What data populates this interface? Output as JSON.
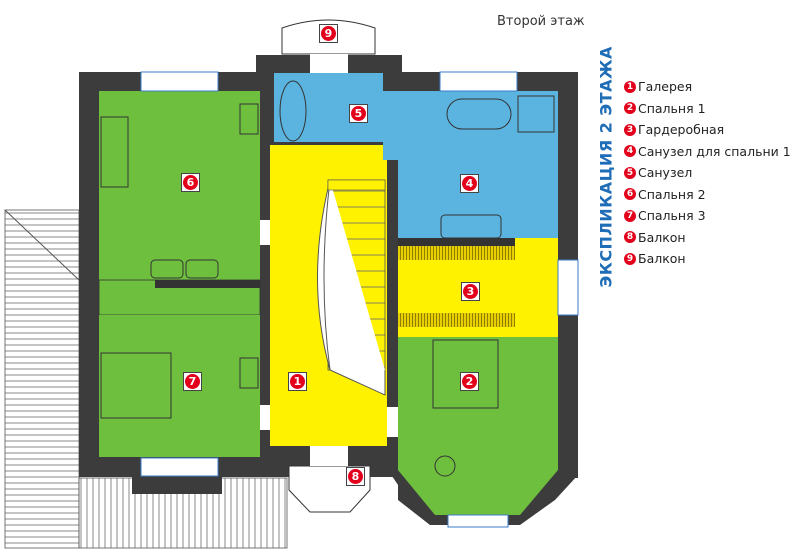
{
  "floor_title": "Второй этаж",
  "legend_title": "ЭКСПЛИКАЦИЯ 2 ЭТАЖА",
  "rooms": [
    {
      "num": "1",
      "label": "Галерея"
    },
    {
      "num": "2",
      "label": "Спальня 1"
    },
    {
      "num": "3",
      "label": "Гардеробная"
    },
    {
      "num": "4",
      "label": "Санузел для спальни 1"
    },
    {
      "num": "5",
      "label": "Санузел"
    },
    {
      "num": "6",
      "label": "Спальня 2"
    },
    {
      "num": "7",
      "label": "Спальня 3"
    },
    {
      "num": "8",
      "label": "Балкон"
    },
    {
      "num": "9",
      "label": "Балкон"
    }
  ],
  "colors": {
    "bedroom": "#6fbf3f",
    "bath": "#5bb4df",
    "hall": "#fff200",
    "wall": "#3c3c3c",
    "badge": "#e3001b",
    "title": "#1f6db6"
  }
}
